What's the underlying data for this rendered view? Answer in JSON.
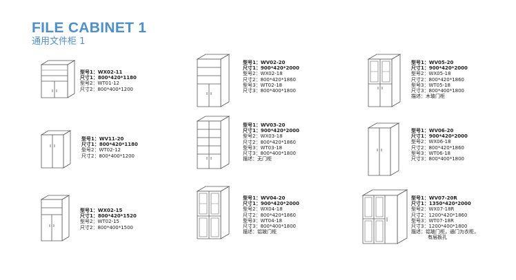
{
  "header": {
    "title": "FILE CABINET 1",
    "subtitle": "通用文件柜 1"
  },
  "products": [
    {
      "lines": [
        {
          "label": "型号1：",
          "value": "WX02-11",
          "bold": true
        },
        {
          "label": "尺寸1：",
          "value": "800*420*1180",
          "bold": true
        },
        {
          "label": "型号2：",
          "value": "WT01-12",
          "bold": false
        },
        {
          "label": "尺寸2：",
          "value": "800*400*1200",
          "bold": false
        }
      ]
    },
    {
      "lines": [
        {
          "label": "型号1：",
          "value": "WV02-20",
          "bold": true
        },
        {
          "label": "尺寸1：",
          "value": "900*420*2000",
          "bold": true
        },
        {
          "label": "型号2：",
          "value": "WX02-18",
          "bold": false
        },
        {
          "label": "尺寸2：",
          "value": "800*420*1860",
          "bold": false
        },
        {
          "label": "型号3：",
          "value": "WT02-18",
          "bold": false
        },
        {
          "label": "尺寸3：",
          "value": "800*400*1800",
          "bold": false
        }
      ]
    },
    {
      "lines": [
        {
          "label": "型号1：",
          "value": "WV05-20",
          "bold": true
        },
        {
          "label": "尺寸1：",
          "value": "900*420*2000",
          "bold": true
        },
        {
          "label": "型号2：",
          "value": "WX05-18",
          "bold": false
        },
        {
          "label": "尺寸2：",
          "value": "800*420*1860",
          "bold": false
        },
        {
          "label": "型号3：",
          "value": "WT05-18",
          "bold": false
        },
        {
          "label": "尺寸3：",
          "value": "800*400*1800",
          "bold": false
        },
        {
          "label": "描述：",
          "value": "木玻门柜",
          "bold": false
        }
      ]
    },
    {
      "lines": [
        {
          "label": "型号1：",
          "value": "WV11-20",
          "bold": true
        },
        {
          "label": "尺寸1：",
          "value": "800*420*1180",
          "bold": true
        },
        {
          "label": "型号2：",
          "value": "WT02-12",
          "bold": false
        },
        {
          "label": "尺寸2：",
          "value": "800*400*1200",
          "bold": false
        }
      ]
    },
    {
      "lines": [
        {
          "label": "型号1：",
          "value": "WV03-20",
          "bold": true
        },
        {
          "label": "尺寸1：",
          "value": "900*420*2000",
          "bold": true
        },
        {
          "label": "型号2：",
          "value": "WX03-18",
          "bold": false
        },
        {
          "label": "尺寸2：",
          "value": "800*420*1860",
          "bold": false
        },
        {
          "label": "型号3：",
          "value": "WT03-18",
          "bold": false
        },
        {
          "label": "尺寸3：",
          "value": "800*400*1800",
          "bold": false
        },
        {
          "label": "描述：",
          "value": "无门柜",
          "bold": false
        }
      ]
    },
    {
      "lines": [
        {
          "label": "型号1：",
          "value": "WV06-20",
          "bold": true
        },
        {
          "label": "尺寸1：",
          "value": "900*420*2000",
          "bold": true
        },
        {
          "label": "型号2：",
          "value": "WX06-18",
          "bold": false
        },
        {
          "label": "尺寸2：",
          "value": "800*420*1860",
          "bold": false
        },
        {
          "label": "型号3：",
          "value": "WT06-18",
          "bold": false
        },
        {
          "label": "尺寸3：",
          "value": "800*400*1800",
          "bold": false
        }
      ]
    },
    {
      "lines": [
        {
          "label": "型号1：",
          "value": "WX02-15",
          "bold": true
        },
        {
          "label": "尺寸1：",
          "value": "800*420*1520",
          "bold": true
        },
        {
          "label": "型号2：",
          "value": "WT02-15",
          "bold": false
        },
        {
          "label": "尺寸2：",
          "value": "800*400*1500",
          "bold": false
        }
      ]
    },
    {
      "lines": [
        {
          "label": "型号1：",
          "value": "WV04-20",
          "bold": true
        },
        {
          "label": "尺寸1：",
          "value": "900*420*2000",
          "bold": true
        },
        {
          "label": "型号2：",
          "value": "WX04-18",
          "bold": false
        },
        {
          "label": "尺寸2：",
          "value": "800*420*1860",
          "bold": false
        },
        {
          "label": "型号3：",
          "value": "WT04-18",
          "bold": false
        },
        {
          "label": "尺寸3：",
          "value": "800*400*1800",
          "bold": false
        },
        {
          "label": "描述：",
          "value": "铝玻门柜",
          "bold": false
        }
      ]
    },
    {
      "lines": [
        {
          "label": "型号1：",
          "value": "WV07-20R",
          "bold": true
        },
        {
          "label": "尺寸1：",
          "value": "1350*420*2000",
          "bold": true
        },
        {
          "label": "型号2：",
          "value": "WX07-18R",
          "bold": false
        },
        {
          "label": "尺寸2：",
          "value": "1200*420*1860",
          "bold": false
        },
        {
          "label": "型号3：",
          "value": "WT07-18R",
          "bold": false
        },
        {
          "label": "尺寸3：",
          "value": "1200*400*1800",
          "bold": false
        },
        {
          "label": "描述：",
          "value": "铝玻门柜，通门为衣柜，",
          "bold": false
        },
        {
          "label": "",
          "value": "有层板孔",
          "bold": false,
          "indent": true
        }
      ]
    }
  ]
}
